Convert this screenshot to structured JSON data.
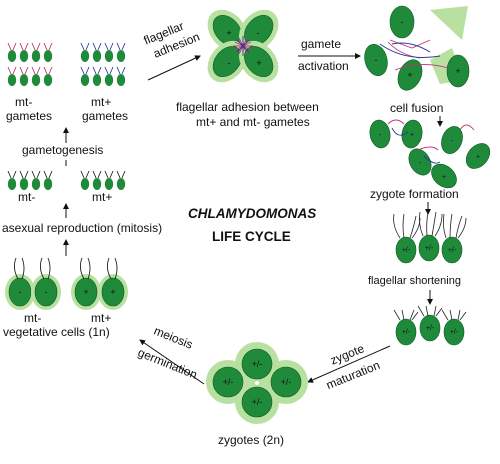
{
  "labels": {
    "mt_minus_gametes_1": "mt-",
    "mt_minus_gametes_2": "gametes",
    "mt_plus_gametes_1": "mt+",
    "mt_plus_gametes_2": "gametes",
    "gametogenesis": "gametogenesis",
    "mt_minus": "mt-",
    "mt_plus": "mt+",
    "asexual": "asexual reproduction (mitosis)",
    "flagellar_adhesion_1": "flagellar",
    "flagellar_adhesion_2": "adhesion",
    "adhesion_between_1": "flagellar adhesion between",
    "adhesion_between_2": "mt+ and mt- gametes",
    "gamete_activation_1": "gamete",
    "gamete_activation_2": "activation",
    "cell_fusion": "cell fusion",
    "zygote_formation": "zygote formation",
    "flagellar_shortening": "flagellar shortening",
    "zygote_maturation_1": "zygote",
    "zygote_maturation_2": "maturation",
    "zygotes": "zygotes (2n)",
    "meiosis": "meiosis",
    "germination": "germination",
    "veg_mt_minus": "mt-",
    "veg_mt_plus": "mt+",
    "vegetative": "vegetative cells (1n)",
    "title_1": "CHLAMYDOMONAS",
    "title_2": "LIFE CYCLE"
  },
  "signs": {
    "minus": "-",
    "plus": "+",
    "diploid": "+/-"
  },
  "colors": {
    "cell": "#1f8a3a",
    "halo": "#b8e0a0",
    "flagella_minus": "#c0337a",
    "flagella_plus": "#2a3a9a"
  }
}
